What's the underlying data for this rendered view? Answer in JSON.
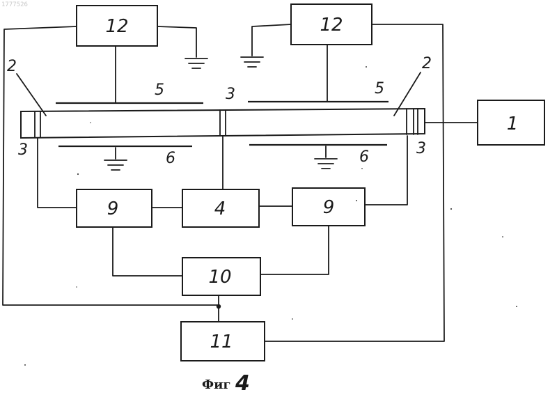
{
  "stamp": "1777526",
  "blocks": {
    "b1": "1",
    "b4": "4",
    "b9_left": "9",
    "b9_right": "9",
    "b10": "10",
    "b11": "11",
    "b12_left": "12",
    "b12_right": "12"
  },
  "labels": {
    "tube_left": "2",
    "tube_right": "2",
    "electrode_left": "3",
    "electrode_mid": "3",
    "electrode_right": "3",
    "plate_top_left": "5",
    "plate_top_right": "5",
    "plate_bottom_left": "6",
    "plate_bottom_right": "6"
  },
  "caption": {
    "prefix": "Фиг",
    "number": "4"
  },
  "icons": [
    "ground-icon"
  ]
}
